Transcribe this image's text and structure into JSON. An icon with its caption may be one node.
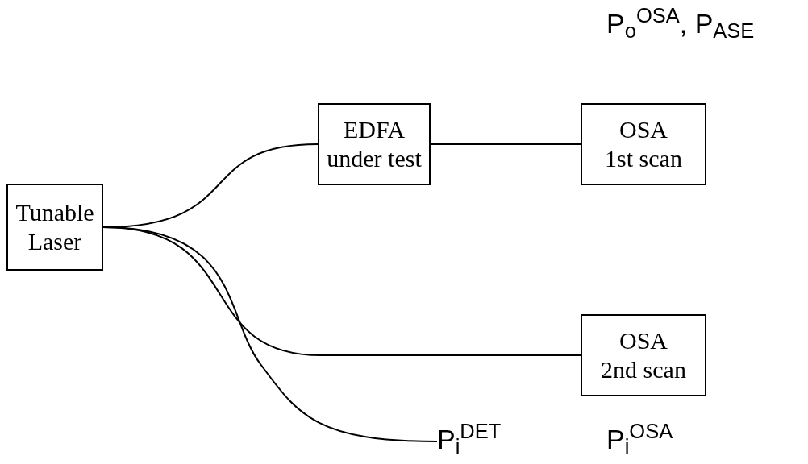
{
  "diagram": {
    "nodes": [
      {
        "text": [
          "Tunable Laser"
        ]
      },
      {
        "text": [
          "EDFA under test"
        ]
      },
      {
        "text": [
          "OSA 1st scan"
        ]
      },
      {
        "text": [
          "OSA 2nd scan"
        ]
      },
      {
        "text": [
          "P$_{i}$$^{DET}$"
        ]
      }
    ],
    "edges": [
      {
        "from": 0,
        "to": 1,
        "arrow": "none"
      },
      {
        "from": 1,
        "to": 2,
        "arrow": "none"
      },
      {
        "from": 0,
        "to": 3,
        "arrow": "none"
      },
      {
        "from": 0,
        "to": 4,
        "arrow": "none"
      }
    ],
    "labels": [
      "P$_{o}$$^{OSA}$, P$_{ASE}$",
      "P$_{i}$$^{OSA}$"
    ]
  }
}
